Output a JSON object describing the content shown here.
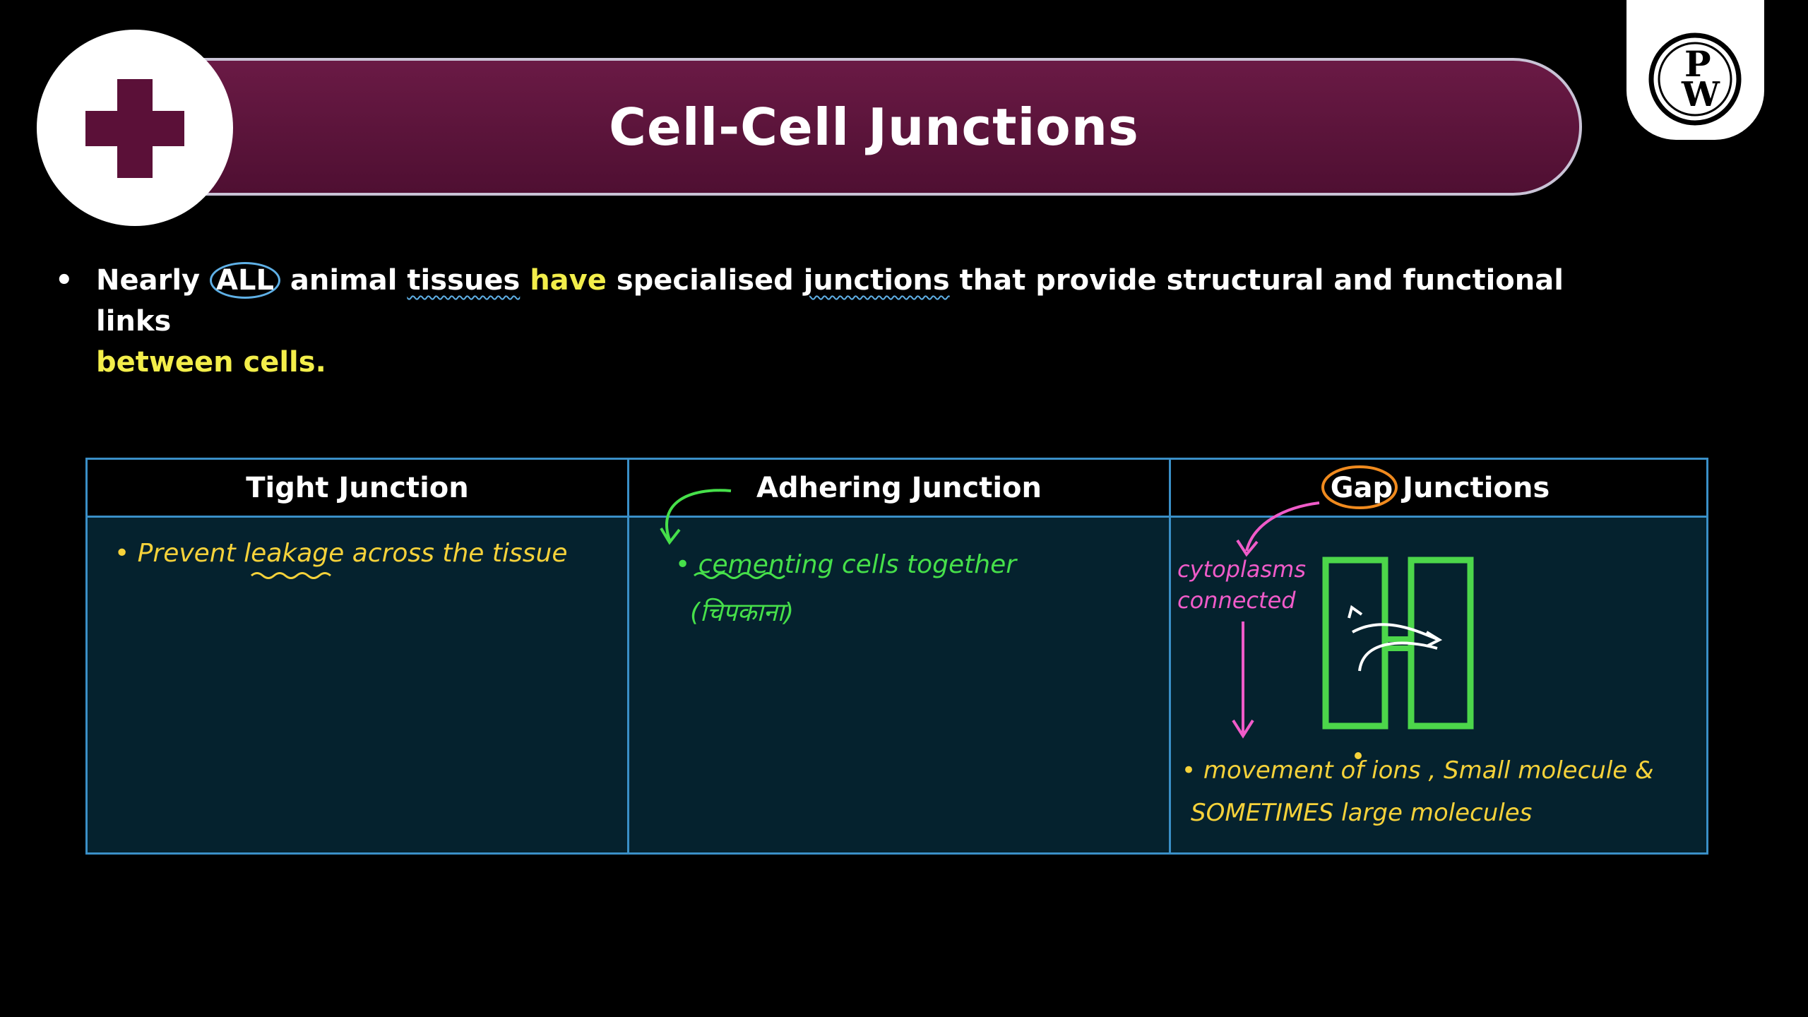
{
  "header": {
    "title": "Cell-Cell Junctions",
    "logo_letters": "PW"
  },
  "lead": {
    "bullet": "•",
    "part1": "Nearly ",
    "all_word": "ALL",
    "part2": " animal ",
    "tissues_word": "tissues",
    "have_word": " have",
    "part3": " specialised ",
    "junctions_word": "junctions",
    "part4": " that provide structural and functional links",
    "part5": "between cells."
  },
  "table": {
    "headers": [
      "Tight Junction",
      "Adhering Junction",
      "Gap Junctions"
    ],
    "gap_word": "Gap",
    "gap_rest": "Junctions",
    "tight_note": "• Prevent leakage across the tissue",
    "adhering_note": "• cementing cells together",
    "adhering_hindi": "(चिपकाना)",
    "gap_label_1": "cytoplasms",
    "gap_label_2": "connected",
    "gap_note_1": "• movement of ions , Small molecule &",
    "gap_note_2": "SOMETIMES large molecules"
  },
  "colors": {
    "banner": "#5b1038",
    "table_bg": "#05222e",
    "table_border": "#3a8fc7",
    "highlight_yellow": "#f3ee4a",
    "ink_yellow": "#f6d23a",
    "ink_green": "#46e04a",
    "ink_pink": "#f05bc9",
    "ink_blue": "#5fb0e6",
    "ink_orange": "#f08a1e"
  },
  "icons": [
    "plus-cross-icon",
    "pw-logo-icon"
  ]
}
